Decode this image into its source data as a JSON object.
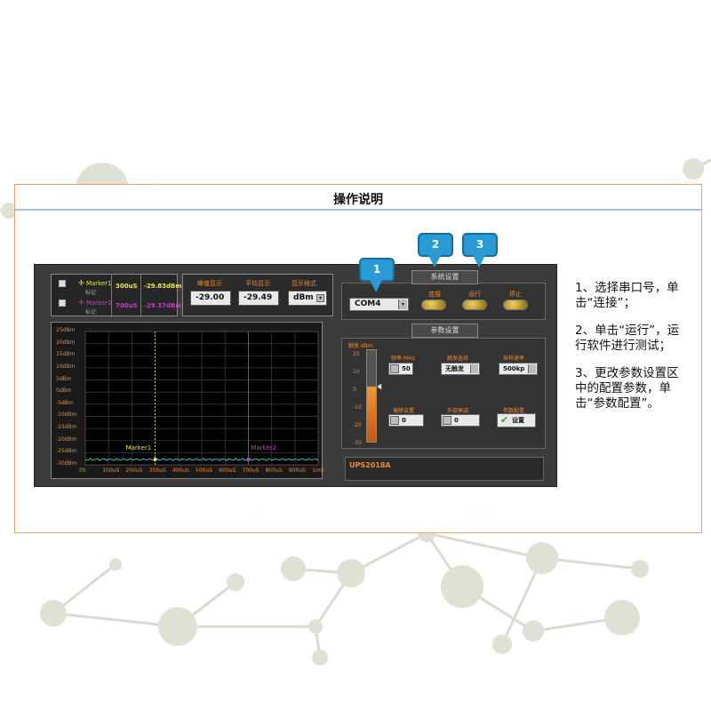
{
  "colors": {
    "frame_border": "#f0a070",
    "title_rule": "#9cc4e6",
    "accent_orange": "#f08a2a",
    "marker1": "#e8e84a",
    "marker2": "#c040c0",
    "trace": "#40c0c0",
    "callout": "#2a9ad4"
  },
  "frame": {
    "title": "操作说明"
  },
  "markers": [
    {
      "name": "Marker1",
      "sub": "标记",
      "time": "300uS",
      "value": "-29.83dBm"
    },
    {
      "name": "Marker2",
      "sub": "标记",
      "time": "700uS",
      "value": "-29.37dBm"
    }
  ],
  "readouts": {
    "peak_label": "峰值显示",
    "peak_value": "-29.00",
    "avg_label": "平均显示",
    "avg_value": "-29.49",
    "format_label": "显示格式",
    "format_value": "dBm"
  },
  "spectrum": {
    "y_ticks": [
      "25dBm",
      "20dBm",
      "15dBm",
      "10dBm",
      "5dBm",
      "0dBm",
      "-5dBm",
      "-10dBm",
      "-15dBm",
      "-20dBm",
      "-25dBm",
      "-30dBm"
    ],
    "x_ticks": [
      "0S",
      "100uS",
      "200uS",
      "300uS",
      "400uS",
      "500uS",
      "600uS",
      "700uS",
      "800uS",
      "900uS",
      "1mS"
    ],
    "marker1_label": "Marker1",
    "marker2_label": "Marker2",
    "marker1_x": "300uS",
    "marker2_x": "700uS",
    "trace_level": "-30dBm"
  },
  "system": {
    "tab_label": "系统设置",
    "port_value": "COM4",
    "connect_label": "连接",
    "run_label": "运行",
    "stop_label": "停止"
  },
  "params": {
    "tab_label": "参数设置",
    "gauge_label": "触发 dBm",
    "gauge_ticks": [
      "25",
      "10",
      "0",
      "-10",
      "-20",
      "-30"
    ],
    "freq_label": "频率  MHz",
    "freq_value": "50",
    "trigger_mode_label": "触发选择",
    "trigger_mode_value": "无触发",
    "sample_rate_label": "采样速率",
    "sample_rate_value": "500kp",
    "offset_label": "偏移设置",
    "offset_value": "0",
    "ext_atten_label": "外部衰减",
    "ext_atten_value": "0",
    "config_label": "参数配置",
    "config_button": "设置"
  },
  "model": "UPS2018A",
  "callouts": [
    "1",
    "2",
    "3"
  ],
  "steps": [
    "1、选择串口号，单击“连接”；",
    "2、单击“运行”，运行软件进行测试；",
    "3、更改参数设置区中的配置参数，单击“参数配置”。"
  ]
}
